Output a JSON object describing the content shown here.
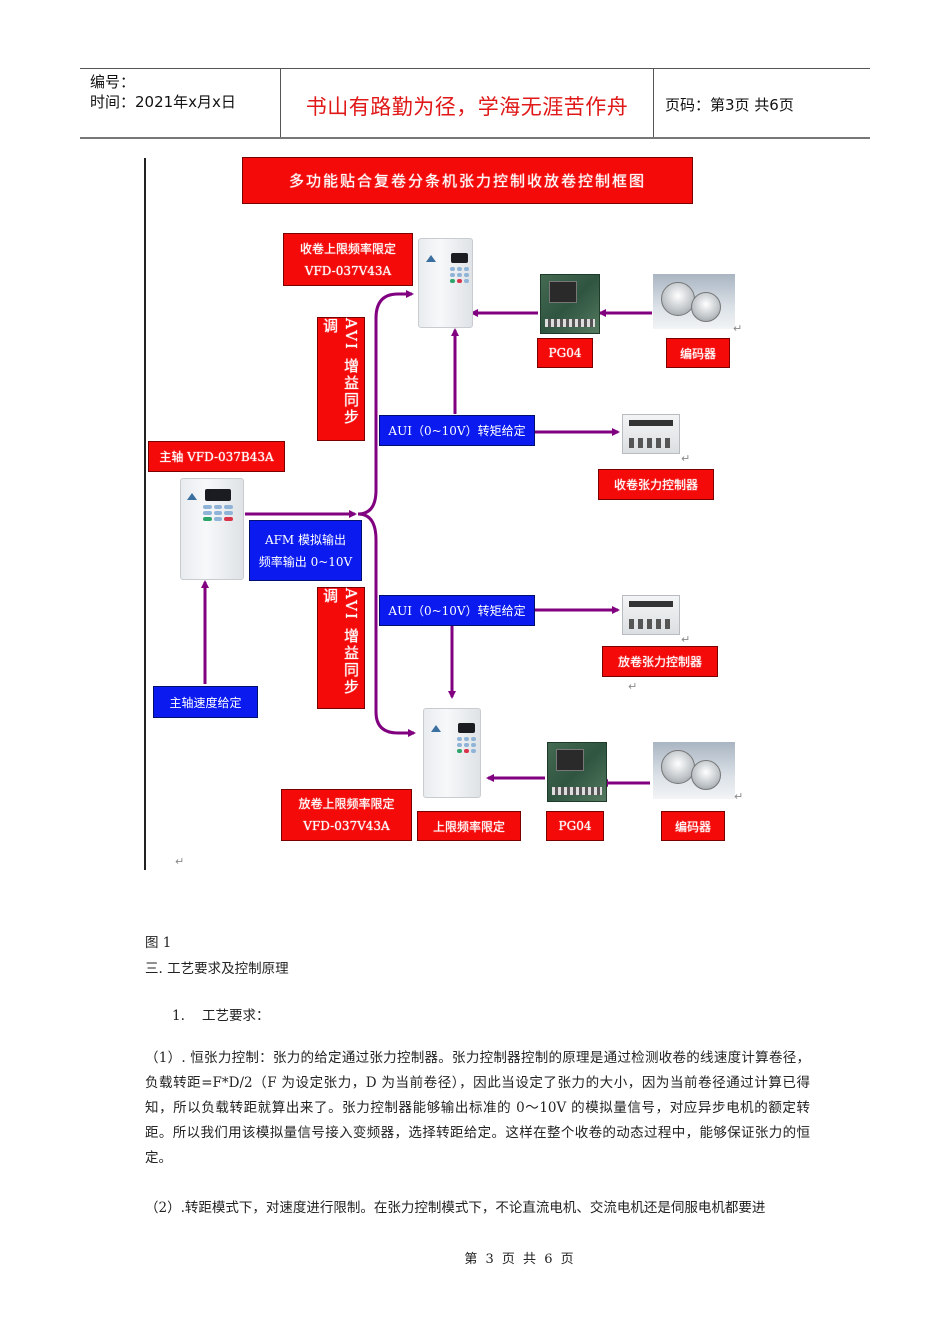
{
  "header": {
    "number_label": "编号：",
    "date_label": "时间：2021年x月x日",
    "motto": "书山有路勤为径，学海无涯苦作舟",
    "page_label": "页码：第3页  共6页"
  },
  "diagram": {
    "title": "多功能贴合复卷分条机张力控制收放卷控制框图",
    "colors": {
      "red_box": "#f50a0a",
      "blue_box": "#0b1bf0",
      "arrow": "#800080"
    },
    "top": {
      "limit_line1": "收卷上限频率限定",
      "limit_line2": "VFD-037V43A",
      "avi_gain": "AVI 增益同步调",
      "torque_setting": "AUI（0~10V）转矩给定",
      "pg04": "PG04",
      "encoder": "编码器",
      "tension_controller": "收卷张力控制器"
    },
    "main": {
      "spindle_label": "主轴 VFD-037B43A",
      "afm_line1": "AFM 模拟输出",
      "afm_line2": "频率输出 0~10V",
      "speed_setting": "主轴速度给定"
    },
    "bottom": {
      "avi_gain": "AVI 增益同步调",
      "torque_setting": "AUI（0~10V）转矩给定",
      "tension_controller": "放卷张力控制器",
      "limit_line1": "放卷上限频率限定",
      "limit_line2": "VFD-037V43A",
      "upper_limit": "上限频率限定",
      "pg04": "PG04",
      "encoder": "编码器"
    }
  },
  "body": {
    "figure_caption": "图 1",
    "section_heading": "三. 工艺要求及控制原理",
    "list_item": "1.    工艺要求：",
    "para1": "（1）. 恒张力控制：张力的给定通过张力控制器。张力控制器控制的原理是通过检测收卷的线速度计算卷径，负载转距=F*D/2（F 为设定张力，D 为当前卷径），因此当设定了张力的大小，因为当前卷径通过计算已得知，所以负载转距就算出来了。张力控制器能够输出标准的 0～10V 的模拟量信号，对应异步电机的额定转距。所以我们用该模拟量信号接入变频器，选择转距给定。这样在整个收卷的动态过程中，能够保证张力的恒定。",
    "para2": "（2）.转距模式下，对速度进行限制。在张力控制模式下，不论直流电机、交流电机还是伺服电机都要进"
  },
  "footer": {
    "page_text": "第 3 页 共 6 页"
  }
}
